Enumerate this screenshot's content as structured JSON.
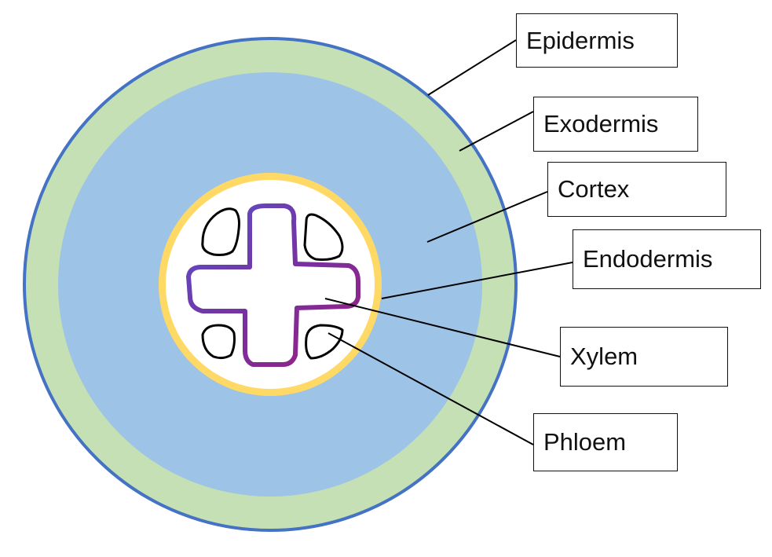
{
  "labels": {
    "epidermis": "Epidermis",
    "exodermis": "Exodermis",
    "cortex": "Cortex",
    "endodermis": "Endodermis",
    "xylem": "Xylem",
    "phloem": "Phloem"
  },
  "colors": {
    "epidermis": "#4472c4",
    "exodermis": "#c5e0b4",
    "cortex": "#9dc3e6",
    "endodermis": "#ffd966",
    "stele": "#ffffff",
    "xylem_start": "#5b4fc9",
    "xylem_end": "#9b1f7e",
    "phloem": "#000000",
    "leader_line": "#000000"
  }
}
